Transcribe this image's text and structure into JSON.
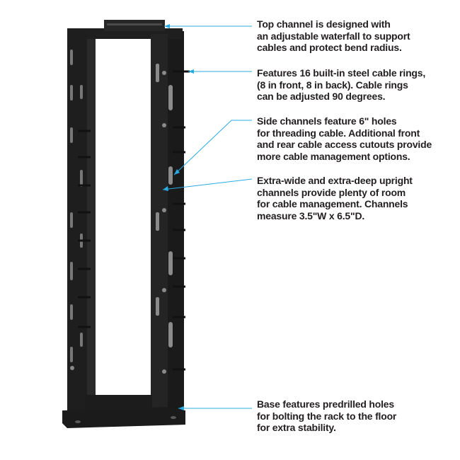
{
  "accent_color": "#29abe2",
  "rack_color": "#1e1e1e",
  "callouts": [
    {
      "id": "top-channel",
      "lines": [
        "Top channel is designed with",
        "an adjustable waterfall to support",
        "cables and protect bend radius."
      ]
    },
    {
      "id": "cable-rings",
      "lines": [
        "Features 16 built-in steel cable rings,",
        "(8 in front, 8 in back). Cable rings",
        "can be adjusted 90 degrees."
      ]
    },
    {
      "id": "side-channels",
      "lines": [
        "Side channels feature 6\" holes",
        "for threading cable. Additional front",
        "and rear cable access cutouts provide",
        "more cable management options."
      ]
    },
    {
      "id": "uprights",
      "lines": [
        "Extra-wide and extra-deep upright",
        "channels provide plenty of room",
        "for cable management. Channels",
        "measure 3.5\"W x 6.5\"D."
      ]
    },
    {
      "id": "base",
      "lines": [
        "Base features predrilled holes",
        "for bolting the rack to the floor",
        "for extra stability."
      ]
    }
  ]
}
